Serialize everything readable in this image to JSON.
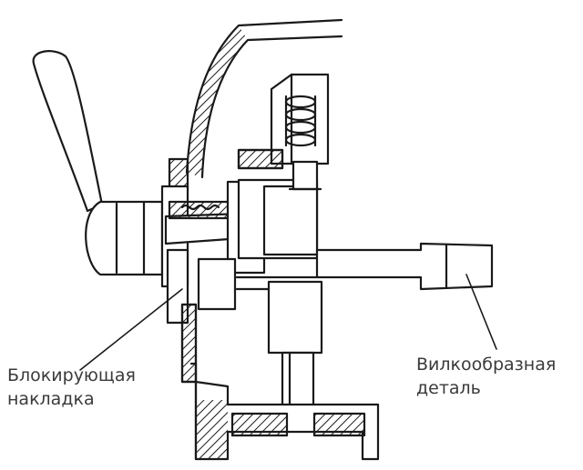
{
  "labels": {
    "locking_plate": [
      "Блокирующая",
      "накладка"
    ],
    "fork_part": [
      "Вилкообразная",
      "деталь"
    ]
  },
  "colors": {
    "line": "#1a1a1a",
    "text": "#3a3a3a",
    "background": "#ffffff"
  }
}
